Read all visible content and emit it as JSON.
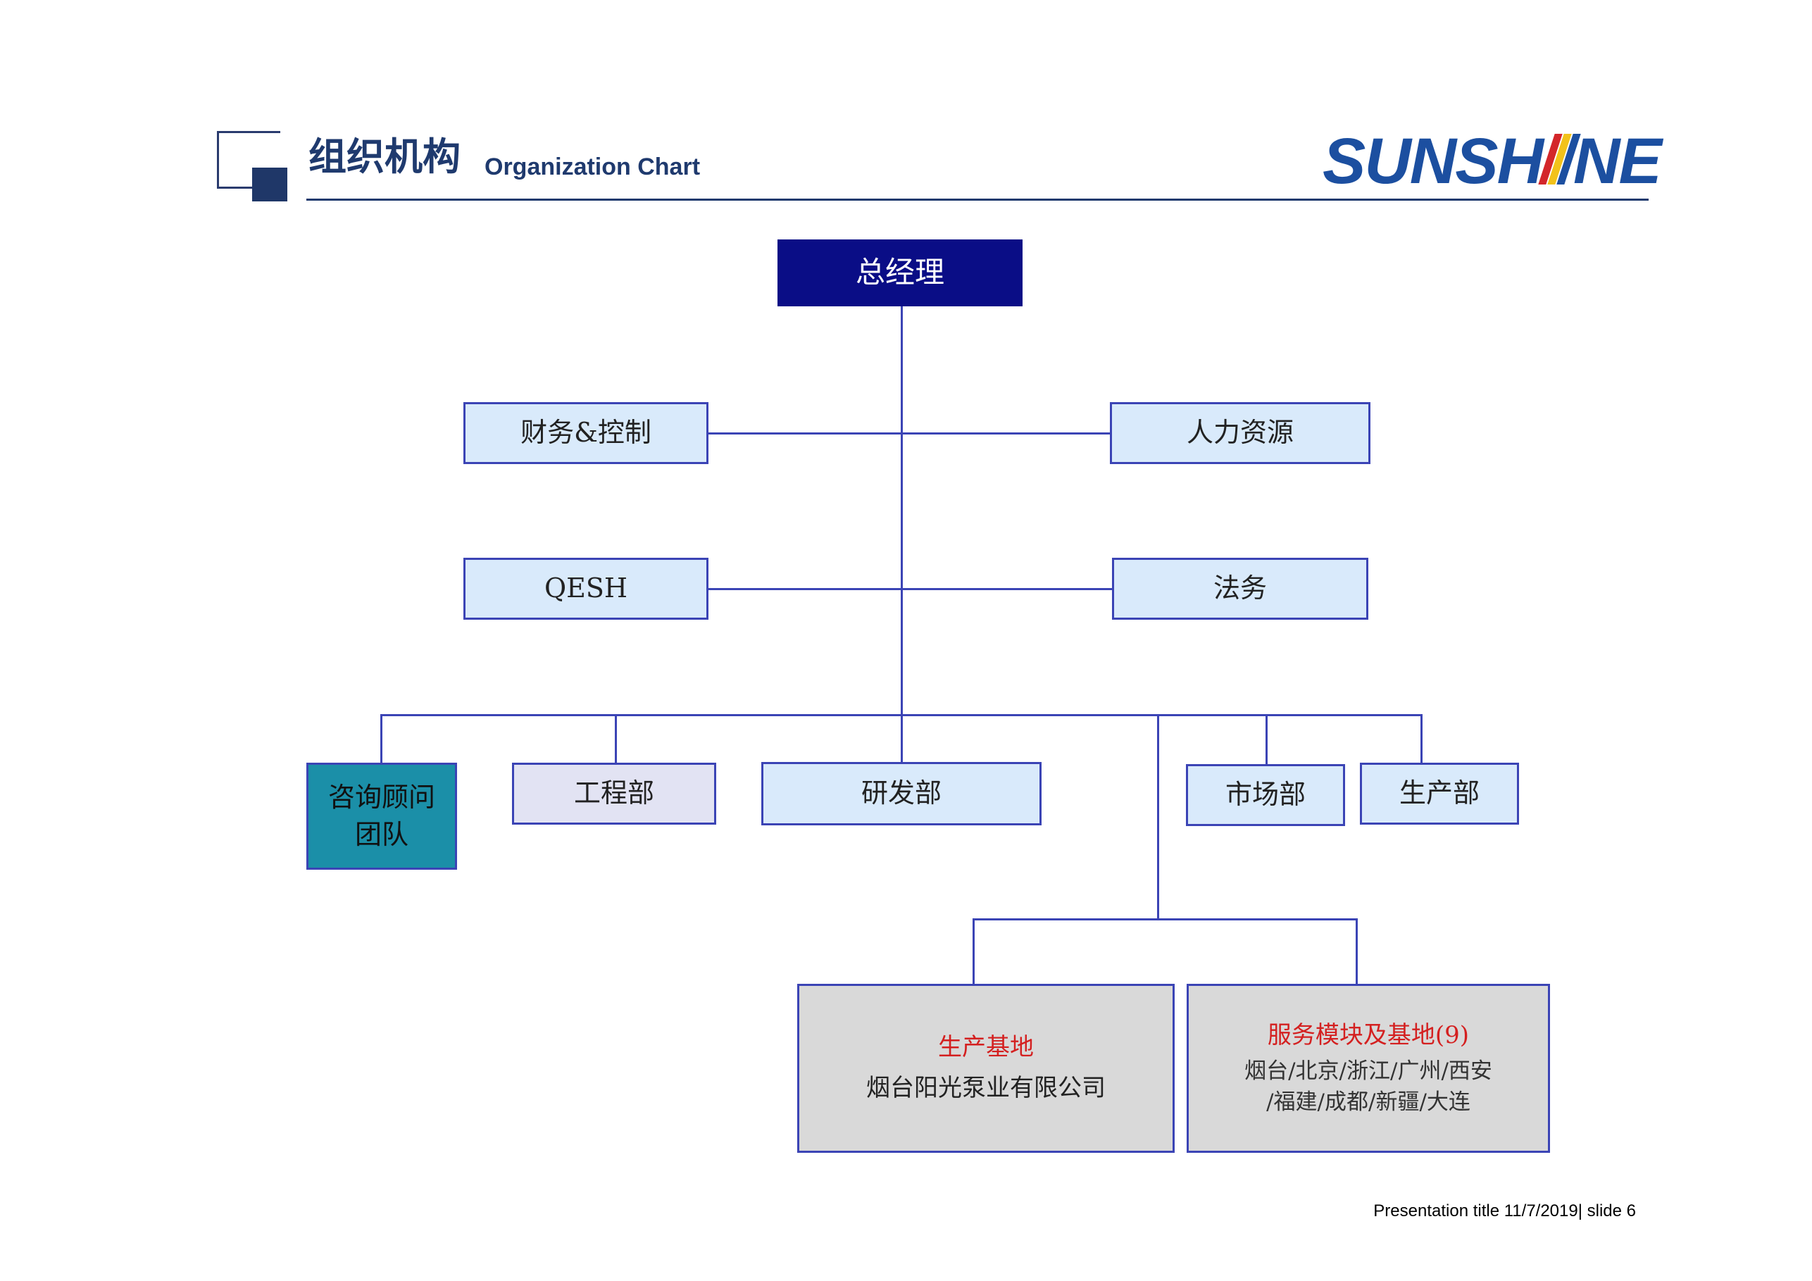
{
  "header": {
    "title_zh": "组织机构",
    "title_en": "Organization Chart",
    "logo_left": "SUNSH",
    "logo_right": "NE"
  },
  "org": {
    "top": "总经理",
    "finance": "财务&控制",
    "hr": "人力资源",
    "qesh": "QESH",
    "legal": "法务",
    "consult_line1": "咨询顾问",
    "consult_line2": "团队",
    "engineering": "工程部",
    "rnd": "研发部",
    "marketing": "市场部",
    "production": "生产部",
    "base_title": "生产基地",
    "base_company": "烟台阳光泵业有限公司",
    "service_title": "服务模块及基地(9)",
    "service_line1": "烟台/北京/浙江/广州/西安",
    "service_line2": "/福建/成都/新疆/大连"
  },
  "footer": {
    "text": "Presentation title 11/7/2019| slide 6"
  },
  "colors": {
    "navy": "#0a0d86",
    "light_blue": "#d9eafb",
    "teal": "#1b8fa8",
    "gray": "#d9d9d9",
    "connector": "#3b44b5",
    "red_text": "#d42020"
  }
}
